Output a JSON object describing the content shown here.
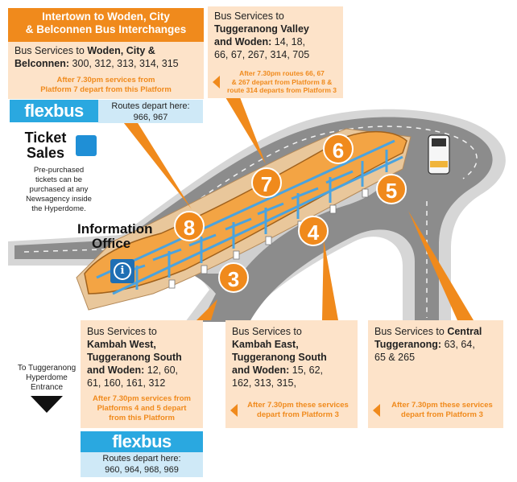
{
  "colors": {
    "orange": "#f08a1c",
    "peach": "#fde3c9",
    "flexbus_blue": "#2aa8e0",
    "light_blue": "#cfe9f7",
    "road_grey": "#9a9a9a"
  },
  "interchange_box": {
    "header_line1": "Intertown to Woden, City",
    "header_line2": "& Belconnen Bus Interchanges",
    "service_prefix": "Bus Services to ",
    "service_dest": "Woden, City &",
    "service_dest2": "Belconnen:",
    "service_routes": " 300, 312, 313, 314, 315",
    "note_line1": "After 7.30pm services from",
    "note_line2": "Platform 7 depart from this Platform",
    "flexbus_logo": "flexbus",
    "flexbus_text1": "Routes depart here:",
    "flexbus_text2": "966, 967"
  },
  "valley_box": {
    "line1": "Bus Services to",
    "line2": "Tuggeranong Valley",
    "line3_bold": "and Woden:",
    "line3_rest": " 14, 18,",
    "line4": "66, 67, 267, 314, 705",
    "note_line1": "After 7.30pm routes 66, 67",
    "note_line2": "& 267 depart from Platform 8 &",
    "note_line3": "route 314 departs from Platform 3"
  },
  "ticket": {
    "title_line1": "Ticket",
    "title_line2": "Sales",
    "desc_line1": "Pre-purchased",
    "desc_line2": "tickets can be",
    "desc_line3": "purchased at any",
    "desc_line4": "Newsagency inside",
    "desc_line5": "the Hyperdome."
  },
  "info_office": {
    "line1": "Information",
    "line2": "Office",
    "icon": "info-icon"
  },
  "platforms": [
    "8",
    "7",
    "6",
    "5",
    "4",
    "3"
  ],
  "west_box": {
    "line1": "Bus Services to",
    "line2": "Kambah West,",
    "line3": "Tuggeranong South",
    "line4_bold": "and Woden:",
    "line4_rest": " 12, 60,",
    "line5": "61, 160, 161, 312",
    "note_line1": "After 7.30pm services from",
    "note_line2": "Platforms 4 and 5 depart",
    "note_line3": "from this Platform",
    "flexbus_logo": "flexbus",
    "flexbus_text1": "Routes depart here:",
    "flexbus_text2": "960, 964, 968, 969"
  },
  "east_box": {
    "line1": "Bus Services to",
    "line2": "Kambah East,",
    "line3": "Tuggeranong South",
    "line4_bold": "and Woden:",
    "line4_rest": " 15, 62,",
    "line5": "162, 313, 315,",
    "note_line1": "After 7.30pm these services",
    "note_line2": "depart from Platform 3"
  },
  "central_box": {
    "line1_prefix": "Bus Services to ",
    "line1_bold": "Central",
    "line2_bold": "Tuggeranong:",
    "line2_rest": " 63, 64,",
    "line3": "65 & 265",
    "note_line1": "After 7.30pm these services",
    "note_line2": "depart from Platform 3"
  },
  "entrance": {
    "line1": "To Tuggeranong",
    "line2": "Hyperdome",
    "line3": "Entrance"
  }
}
